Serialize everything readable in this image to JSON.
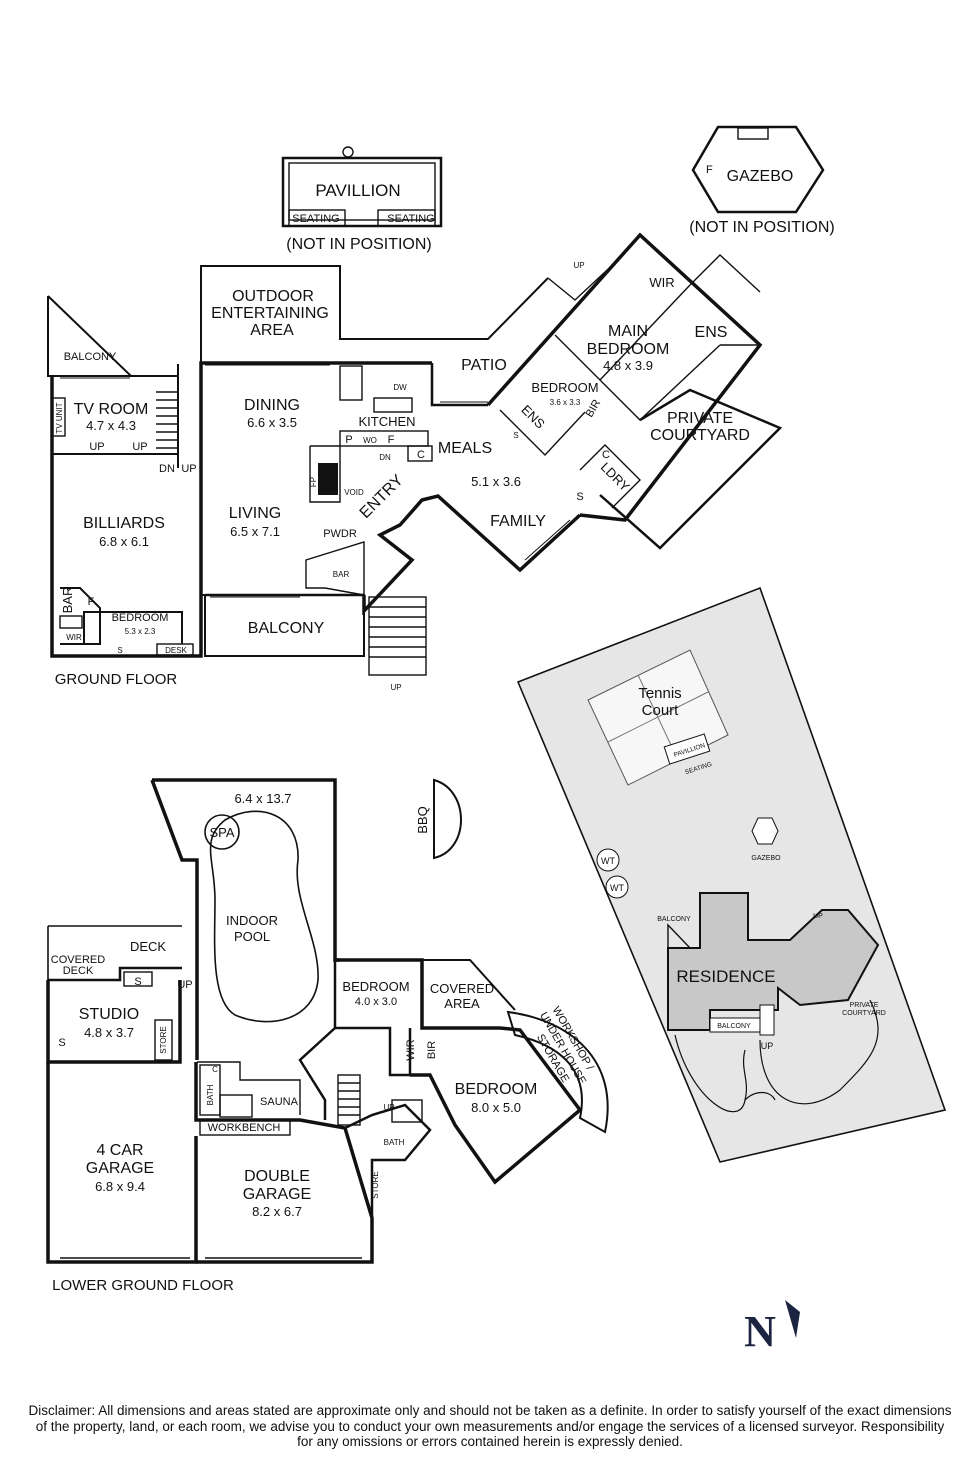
{
  "outbuildings": {
    "pavillion": "PAVILLION",
    "seating_left": "SEATING",
    "seating_right": "SEATING",
    "not_in_position_1": "(NOT IN POSITION)",
    "gazebo": "GAZEBO",
    "gazebo_f": "F",
    "not_in_position_2": "(NOT IN POSITION)"
  },
  "ground_floor": {
    "caption": "GROUND FLOOR",
    "outdoor_entertaining_1": "OUTDOOR",
    "outdoor_entertaining_2": "ENTERTAINING",
    "outdoor_entertaining_3": "AREA",
    "balcony_top": "BALCONY",
    "tv_room": "TV ROOM",
    "tv_room_dim": "4.7 x 4.3",
    "tv_unit": "TV UNIT",
    "up_1": "UP",
    "up_2": "UP",
    "dn": "DN",
    "up_3": "UP",
    "billiards": "BILLIARDS",
    "billiards_dim": "6.8 x 6.1",
    "bar_left": "BAR",
    "f_left": "F",
    "bedroom_small": "BEDROOM",
    "bedroom_small_dim": "5.3 x 2.3",
    "wir_left": "WIR",
    "s_left": "S",
    "desk": "DESK",
    "dining": "DINING",
    "dining_dim": "6.6 x 3.5",
    "living": "LIVING",
    "living_dim": "6.5 x 7.1",
    "balcony_bottom": "BALCONY",
    "kitchen": "KITCHEN",
    "dw": "DW",
    "p": "P",
    "wo": "WO",
    "f_kitchen": "F",
    "c_kitchen": "C",
    "dn_kitchen": "DN",
    "fp": "FP",
    "void": "VOID",
    "entry": "ENTRY",
    "pwdr": "PWDR",
    "bar_entry": "BAR",
    "up_stairs": "UP",
    "meals": "MEALS",
    "meals_dim": "5.1 x 3.6",
    "family": "FAMILY",
    "patio": "PATIO",
    "up_patio": "UP",
    "bedroom_mid": "BEDROOM",
    "bedroom_mid_dim": "3.6 x 3.3",
    "ens_mid": "ENS",
    "s_mid": "S",
    "bir_mid": "BIR",
    "main_bedroom_1": "MAIN",
    "main_bedroom_2": "BEDROOM",
    "main_bedroom_dim": "4.8 x 3.9",
    "wir_main": "WIR",
    "ens_main": "ENS",
    "private_courtyard_1": "PRIVATE",
    "private_courtyard_2": "COURTYARD",
    "ldry": "LDRY",
    "c_ldry": "C",
    "s_ldry": "S"
  },
  "lower_ground_floor": {
    "caption": "LOWER GROUND FLOOR",
    "pool_dim": "6.4 x 13.7",
    "spa": "SPA",
    "indoor_pool_1": "INDOOR",
    "indoor_pool_2": "POOL",
    "bbq": "BBQ",
    "covered_deck_1": "COVERED",
    "covered_deck_2": "DECK",
    "deck": "DECK",
    "s_deck": "S",
    "up_deck": "UP",
    "studio": "STUDIO",
    "studio_dim": "4.8 x 3.7",
    "s_studio": "S",
    "store_studio": "STORE",
    "c_bath": "C",
    "bath_left": "BATH",
    "sauna": "SAUNA",
    "workbench": "WORKBENCH",
    "garage4_1": "4 CAR",
    "garage4_2": "GARAGE",
    "garage4_dim": "6.8 x 9.4",
    "garage2_1": "DOUBLE",
    "garage2_2": "GARAGE",
    "garage2_dim": "8.2 x 6.7",
    "bedroom_small": "BEDROOM",
    "bedroom_small_dim": "4.0 x 3.0",
    "covered_area_1": "COVERED",
    "covered_area_2": "AREA",
    "wir": "WIR",
    "bir": "BIR",
    "bedroom_large": "BEDROOM",
    "bedroom_large_dim": "8.0 x 5.0",
    "workshop_1": "WORKSHOP /",
    "workshop_2": "UNDER HOUSE",
    "workshop_3": "STORAGE",
    "up_lower": "UP",
    "bath_right": "BATH",
    "store_lower": "STORE"
  },
  "site_plan": {
    "tennis_1": "Tennis",
    "tennis_2": "Court",
    "pavillion": "PAVILLION",
    "seating": "SEATING",
    "gazebo": "GAZEBO",
    "wt_1": "WT",
    "wt_2": "WT",
    "balcony_1": "BALCONY",
    "residence": "RESIDENCE",
    "up_1": "UP",
    "private_courtyard_1": "PRIVATE",
    "private_courtyard_2": "COURTYARD",
    "balcony_2": "BALCONY",
    "up_2": "UP"
  },
  "north": "N",
  "disclaimer": {
    "line1": "Disclaimer: All dimensions and areas stated are approximate only and should not be taken as a definite. In order to satisfy yourself of the exact dimensions",
    "line2": "of the property, land, or each room, we advise you to conduct your own measurements and/or engage the services of a licensed surveyor. Responsibility",
    "line3": "for any omissions or errors contained herein is expressly denied."
  }
}
